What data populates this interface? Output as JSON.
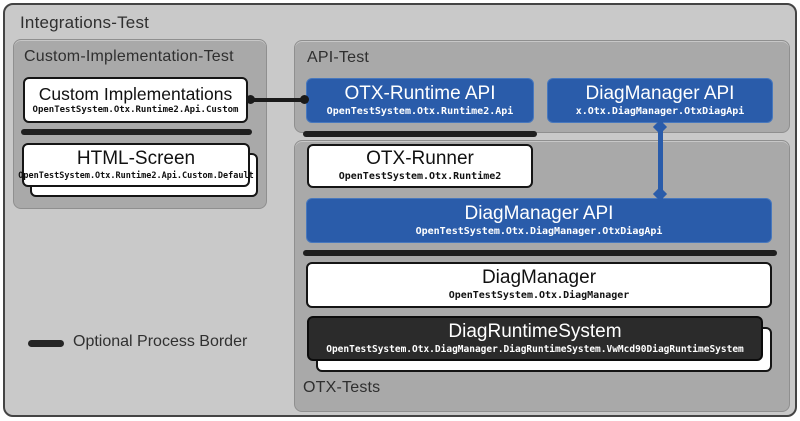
{
  "labels": {
    "integrations_test": "Integrations-Test",
    "custom_implementation_test": "Custom-Implementation-Test",
    "api_test": "API-Test",
    "otx_tests": "OTX-Tests",
    "legend": "Optional Process Border"
  },
  "nodes": {
    "custom_implementations": {
      "title": "Custom Implementations",
      "subtitle": "OpenTestSystem.Otx.Runtime2.Api.Custom"
    },
    "html_screen": {
      "title": "HTML-Screen",
      "subtitle": "OpenTestSystem.Otx.Runtime2.Api.Custom.Default"
    },
    "otx_runtime_api": {
      "title": "OTX-Runtime API",
      "subtitle": "OpenTestSystem.Otx.Runtime2.Api"
    },
    "diagmanager_api_top": {
      "title": "DiagManager API",
      "subtitle": "x.Otx.DiagManager.OtxDiagApi"
    },
    "otx_runner": {
      "title": "OTX-Runner",
      "subtitle": "OpenTestSystem.Otx.Runtime2"
    },
    "diagmanager_api": {
      "title": "DiagManager API",
      "subtitle": "OpenTestSystem.Otx.DiagManager.OtxDiagApi"
    },
    "diagmanager": {
      "title": "DiagManager",
      "subtitle": "OpenTestSystem.Otx.DiagManager"
    },
    "diagruntimesystem": {
      "title": "DiagRuntimeSystem",
      "subtitle": "OpenTestSystem.Otx.DiagManager.DiagRuntimeSystem.VwMcd90DiagRuntimeSystem"
    }
  },
  "colors": {
    "accent_blue": "#2a5caa",
    "dark_box": "#2b2b2b",
    "group_gray": "#a9a9a9",
    "outer_gray": "#c9c9c9",
    "process_border_black": "#1f1f1f"
  }
}
